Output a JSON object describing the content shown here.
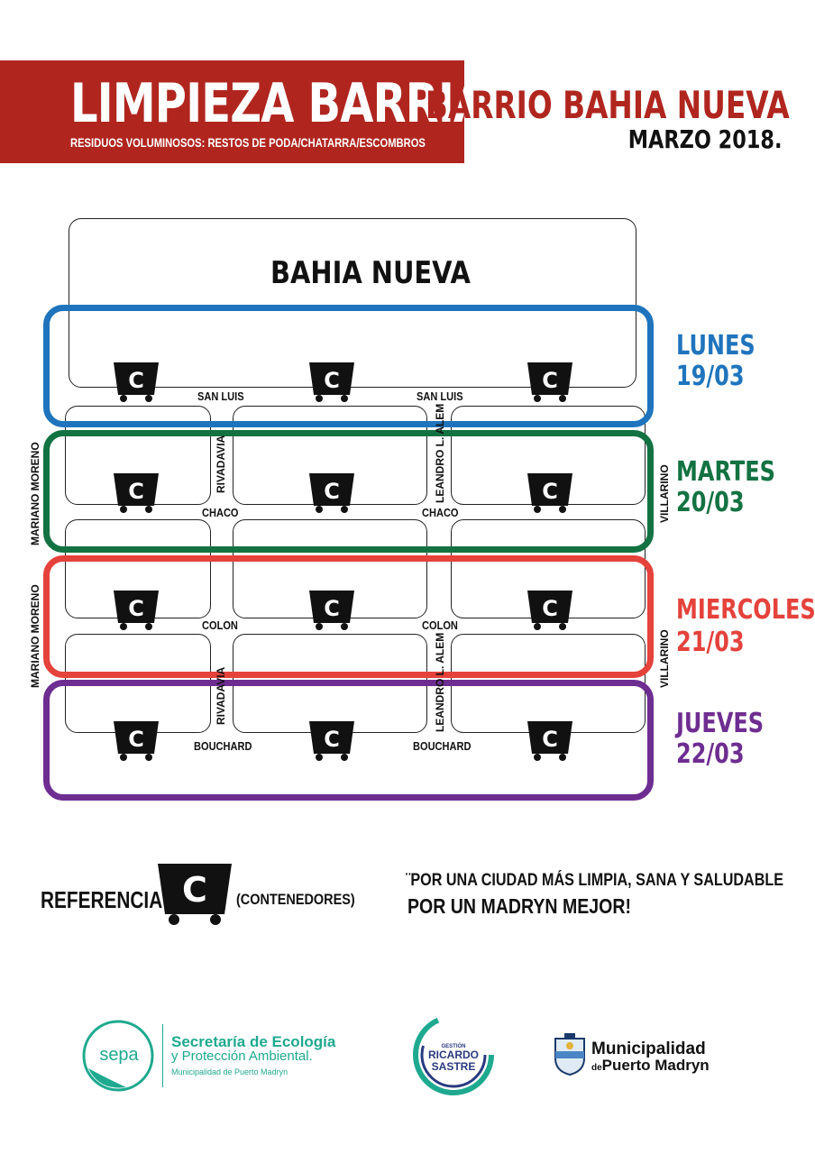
{
  "header": {
    "title": "LIMPIEZA BARRIAL",
    "subtitle": "RESIDUOS VOLUMINOSOS: RESTOS DE PODA/CHATARRA/ESCOMBROS",
    "barrio": "BARRIO BAHIA NUEVA",
    "date": "MARZO 2018."
  },
  "map": {
    "area_label": "BAHIA NUEVA",
    "container_letter": "C",
    "streets": {
      "san_luis": "SAN LUIS",
      "chaco": "CHACO",
      "colon": "COLON",
      "bouchard": "BOUCHARD",
      "rivadavia": "RIVADAVIA",
      "leandro_alem_1": "LEANDRO L. ALEM",
      "leandro_alem_2": "LEANDRO L. ALEM",
      "mariano_moreno": "MARIANO MORENO",
      "villarino": "VILLARINO"
    }
  },
  "schedule": [
    {
      "day": "LUNES",
      "date": "19/03",
      "color": "#1f74bd"
    },
    {
      "day": "MARTES",
      "date": "20/03",
      "color": "#137242"
    },
    {
      "day": "MIERCOLES",
      "date": "21/03",
      "color": "#e5423c"
    },
    {
      "day": "JUEVES",
      "date": "22/03",
      "color": "#6e2d91"
    }
  ],
  "reference": {
    "label": "REFERENCIA:",
    "note": "(CONTENEDORES)"
  },
  "slogan": {
    "line1": "¨POR UNA CIUDAD MÁS LIMPIA, SANA Y SALUDABLE",
    "line2": "POR UN MADRYN MEJOR!"
  },
  "logos": {
    "sepa_badge": "sepa",
    "sepa_line1": "Secretaría de Ecología",
    "sepa_line2": "y Protección Ambiental.",
    "sepa_line3": "Municipalidad de Puerto Madryn",
    "gestion_small": "GESTIÓN",
    "gestion_name1": "RICARDO",
    "gestion_name2": "SASTRE",
    "muni_line1": "Municipalidad",
    "muni_de": "de",
    "muni_line2": "Puerto Madryn"
  },
  "colors": {
    "header_red": "#b0261f",
    "brand_teal": "#1fa98f"
  }
}
